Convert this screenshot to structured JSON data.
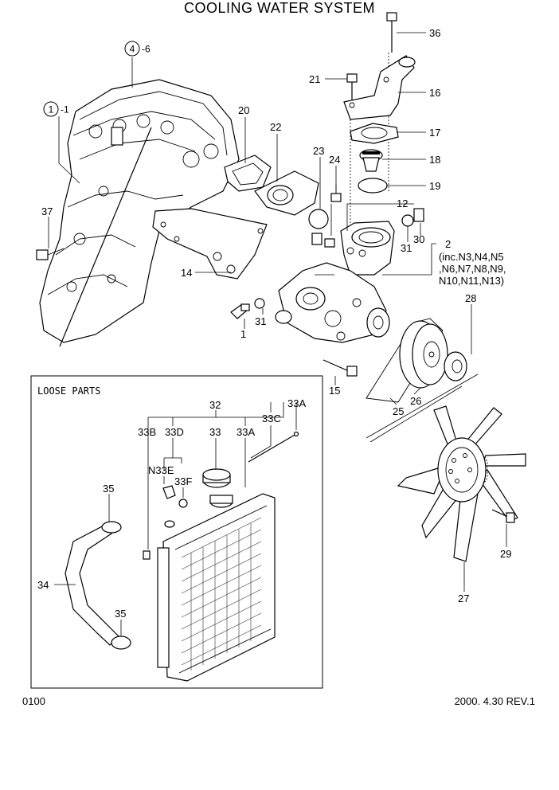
{
  "title": "COOLING WATER SYSTEM",
  "footer": {
    "page_code": "0100",
    "revision": "2000. 4.30 REV.1"
  },
  "loose_parts_label": "LOOSE PARTS",
  "circled_refs": [
    {
      "num": "4",
      "suffix": "-6"
    },
    {
      "num": "1",
      "suffix": "-1"
    }
  ],
  "callouts": [
    "36",
    "21",
    "16",
    "17",
    "18",
    "19",
    "20",
    "22",
    "23",
    "24",
    "12",
    "31",
    "30",
    "2",
    "(inc.N3,N4,N5",
    ",N6,N7,N8,N9,",
    "N10,N11,N13)",
    "37",
    "14",
    "1",
    "31",
    "28",
    "15",
    "26",
    "25",
    "32",
    "33B",
    "33D",
    "33",
    "33A",
    "33C",
    "33A",
    "N33E",
    "33F",
    "35",
    "34",
    "35",
    "29",
    "27"
  ]
}
